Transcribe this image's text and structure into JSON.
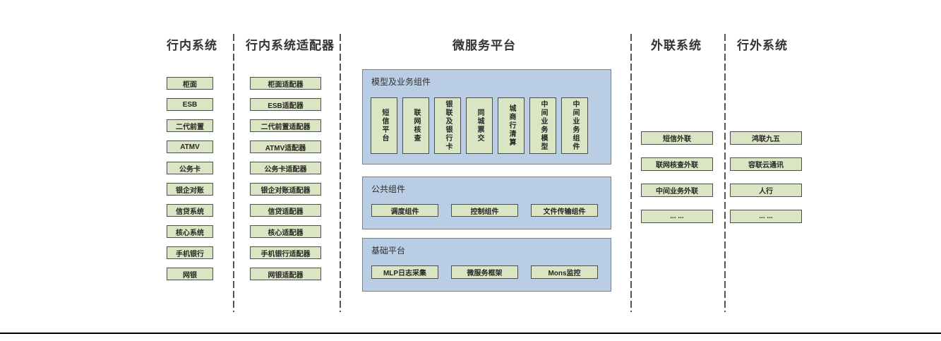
{
  "diagram": {
    "columns": [
      {
        "title": "行内系统",
        "items": [
          "柜面",
          "ESB",
          "二代前置",
          "ATMV",
          "公务卡",
          "银企对账",
          "信贷系统",
          "核心系统",
          "手机银行",
          "网银"
        ]
      },
      {
        "title": "行内系统适配器",
        "items": [
          "柜面适配器",
          "ESB适配器",
          "二代前置适配器",
          "ATMV适配器",
          "公务卡适配器",
          "银企对账适配器",
          "信贷适配器",
          "核心适配器",
          "手机银行适配器",
          "网银适配器"
        ]
      }
    ],
    "platform": {
      "title": "微服务平台",
      "panels": [
        {
          "title": "模型及业务组件",
          "items": [
            "短信平台",
            "联网核查",
            "银联及银行卡",
            "同城票交",
            "城商行清算",
            "中间业务模型",
            "中间业务组件"
          ]
        },
        {
          "title": "公共组件",
          "items": [
            "调度组件",
            "控制组件",
            "文件传输组件"
          ]
        },
        {
          "title": "基础平台",
          "items": [
            "MLP日志采集",
            "微服务框架",
            "Mons监控"
          ]
        }
      ]
    },
    "external_column": {
      "title": "外联系统",
      "items": [
        "短信外联",
        "联网核查外联",
        "中间业务外联",
        "... ..."
      ]
    },
    "outside_column": {
      "title": "行外系统",
      "items": [
        "鸿联九五",
        "容联云通讯",
        "人行",
        "... ..."
      ]
    },
    "colors": {
      "green_fill": "#dae6c3",
      "green_border": "#4d4d4d",
      "blue_fill": "#b9cee4",
      "blue_border": "#7f7f7f",
      "dashed_line": "#555555",
      "text": "#333333",
      "bottom_rule": "#000000"
    }
  }
}
